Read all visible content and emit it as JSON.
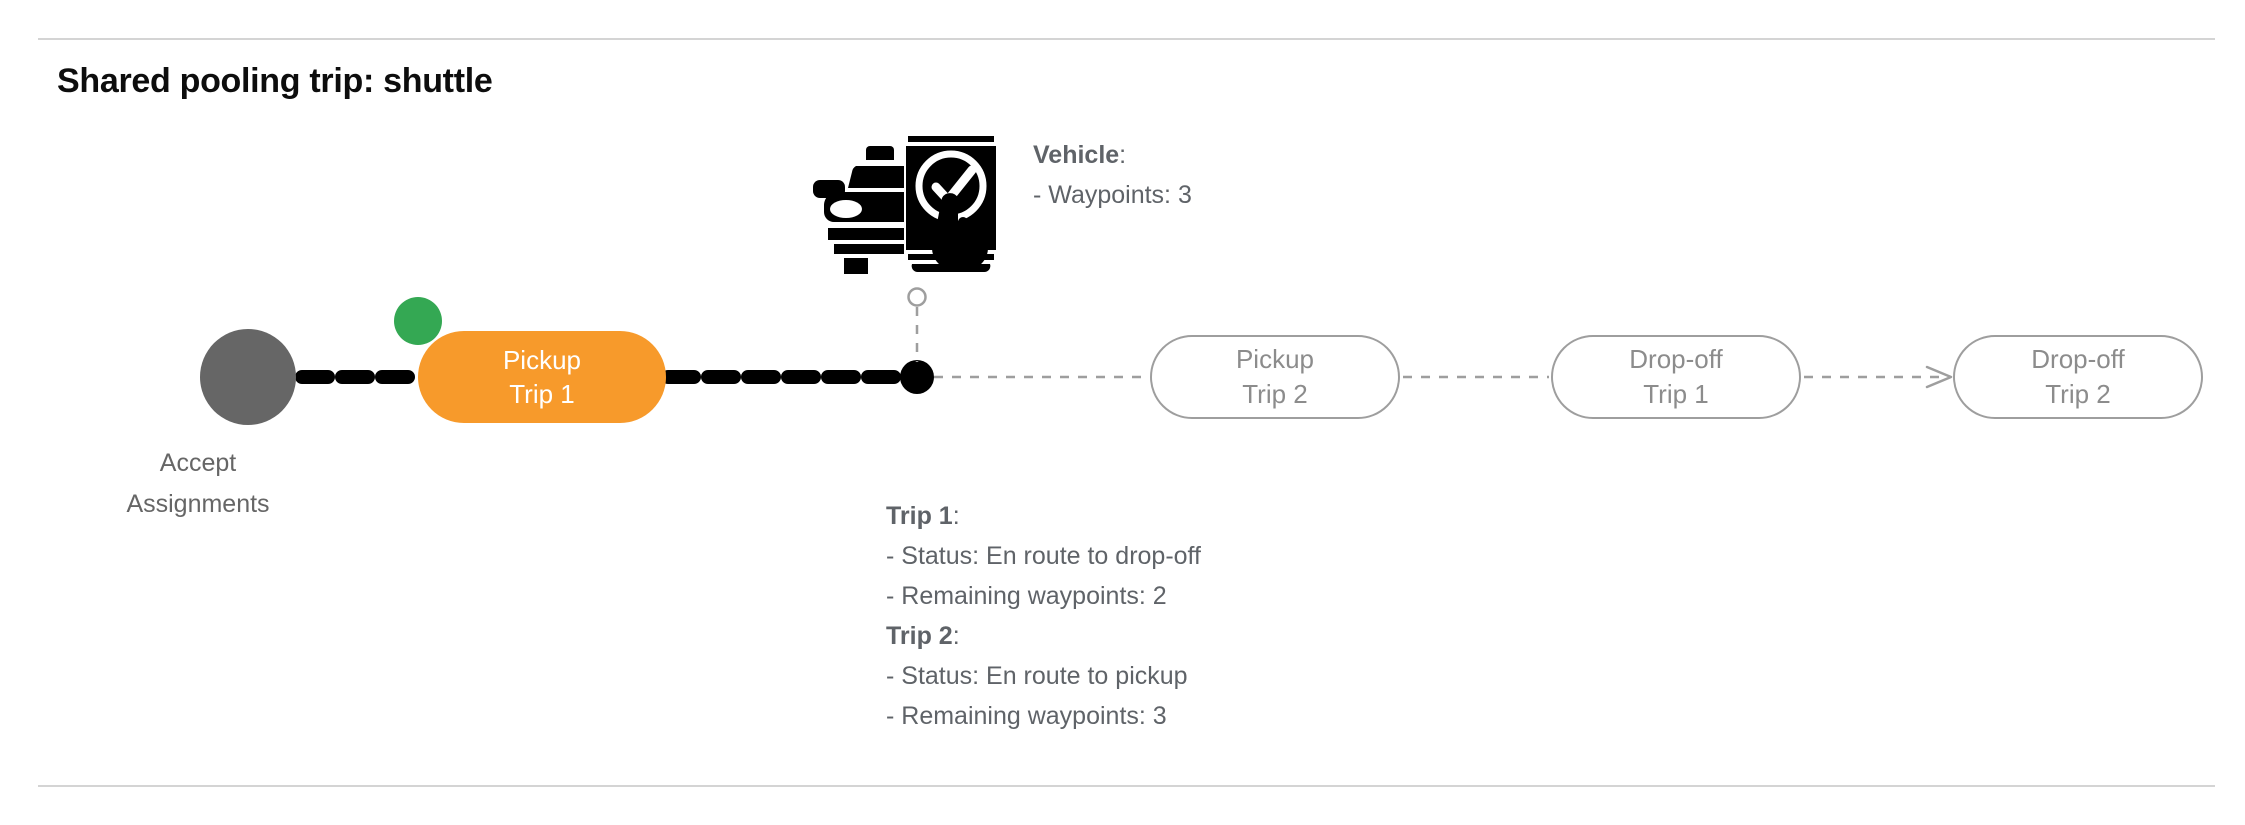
{
  "page": {
    "title": "Shared pooling trip: shuttle",
    "background": "#ffffff",
    "divider_color": "#d4d4d4"
  },
  "colors": {
    "active_pill": "#f79a2b",
    "complete_badge": "#34a853",
    "completed_node": "#666666",
    "upcoming_outline": "#9e9e9e",
    "upcoming_text": "#8c8c8c",
    "body_text": "#5f6368",
    "path_done": "#000000",
    "path_pending": "#9e9e9e"
  },
  "timeline": {
    "nodes": [
      {
        "id": "accept-assignments",
        "shape": "circle",
        "state": "completed",
        "icon": "check-icon",
        "label_line1": "Accept",
        "label_line2": "Assignments"
      },
      {
        "id": "pickup-trip-1",
        "shape": "pill",
        "state": "active",
        "badge": "check-badge",
        "line1": "Pickup",
        "line2": "Trip 1"
      },
      {
        "id": "pickup-trip-2",
        "shape": "pill",
        "state": "upcoming",
        "line1": "Pickup",
        "line2": "Trip 2"
      },
      {
        "id": "dropoff-trip-1",
        "shape": "pill",
        "state": "upcoming",
        "line1": "Drop-off",
        "line2": "Trip 1"
      },
      {
        "id": "dropoff-trip-2",
        "shape": "pill",
        "state": "upcoming",
        "line1": "Drop-off",
        "line2": "Trip 2"
      }
    ]
  },
  "vehicle": {
    "icon": "car-phone-check-icon",
    "label": "Vehicle",
    "colon": ":",
    "waypoints_line": "- Waypoints: 3",
    "waypoints": 3,
    "marker": "vehicle-position-marker"
  },
  "trips": [
    {
      "name": "Trip 1",
      "colon": ":",
      "status_line": "- Status:  En route to drop-off",
      "status": "En route to drop-off",
      "waypoints_line": "- Remaining waypoints: 2",
      "remaining_waypoints": 2
    },
    {
      "name": "Trip 2",
      "colon": ":",
      "status_line": "- Status:  En route to pickup",
      "status": "En route to pickup",
      "waypoints_line": "- Remaining waypoints: 3",
      "remaining_waypoints": 3
    }
  ]
}
